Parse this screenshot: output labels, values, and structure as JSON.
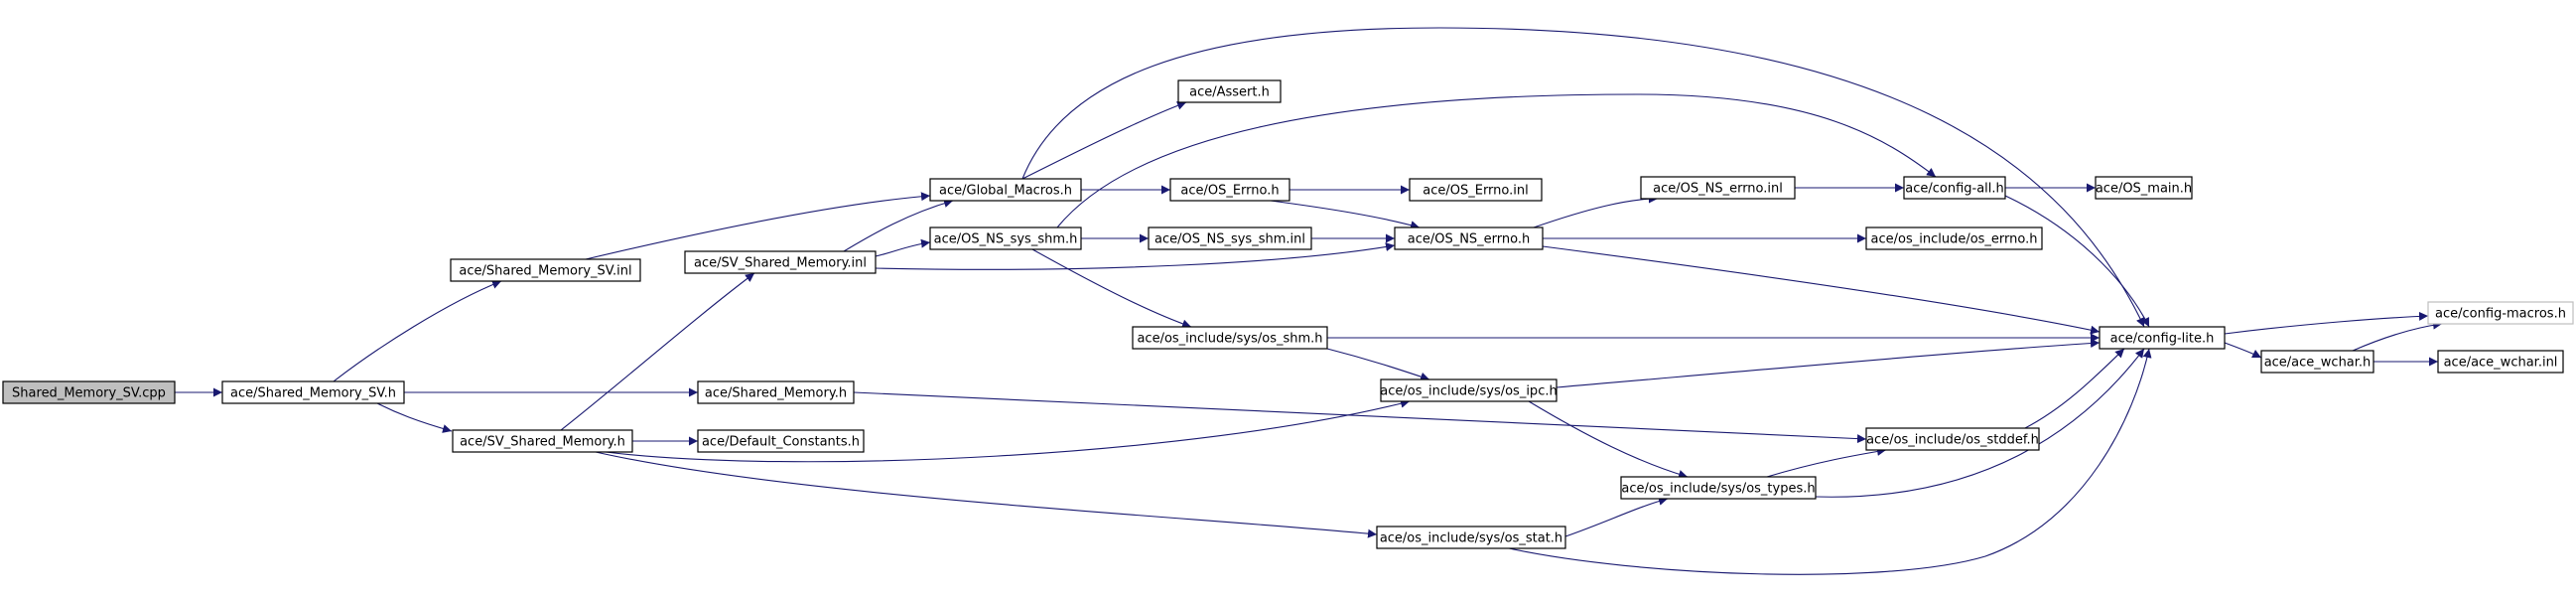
{
  "graph": {
    "title": "",
    "root": "Shared_Memory_SV.cpp",
    "nodes": [
      {
        "id": "n_cpp",
        "label": "Shared_Memory_SV.cpp",
        "root": true
      },
      {
        "id": "n_smsvh",
        "label": "ace/Shared_Memory_SV.h"
      },
      {
        "id": "n_smsvinl",
        "label": "ace/Shared_Memory_SV.inl"
      },
      {
        "id": "n_svsmh",
        "label": "ace/SV_Shared_Memory.h"
      },
      {
        "id": "n_svsminl",
        "label": "ace/SV_Shared_Memory.inl"
      },
      {
        "id": "n_smh",
        "label": "ace/Shared_Memory.h"
      },
      {
        "id": "n_defc",
        "label": "ace/Default_Constants.h"
      },
      {
        "id": "n_gm",
        "label": "ace/Global_Macros.h"
      },
      {
        "id": "n_osnsshm",
        "label": "ace/OS_NS_sys_shm.h"
      },
      {
        "id": "n_assert",
        "label": "ace/Assert.h"
      },
      {
        "id": "n_oserrno",
        "label": "ace/OS_Errno.h"
      },
      {
        "id": "n_osnsshminl",
        "label": "ace/OS_NS_sys_shm.inl"
      },
      {
        "id": "n_osshm",
        "label": "ace/os_include/sys/os_shm.h"
      },
      {
        "id": "n_oserrnoinl",
        "label": "ace/OS_Errno.inl"
      },
      {
        "id": "n_osnserrnoh",
        "label": "ace/OS_NS_errno.h"
      },
      {
        "id": "n_osipc",
        "label": "ace/os_include/sys/os_ipc.h"
      },
      {
        "id": "n_osnserrnoinl",
        "label": "ace/OS_NS_errno.inl"
      },
      {
        "id": "n_ostypes",
        "label": "ace/os_include/sys/os_types.h"
      },
      {
        "id": "n_osstat",
        "label": "ace/os_include/sys/os_stat.h"
      },
      {
        "id": "n_configall",
        "label": "ace/config-all.h"
      },
      {
        "id": "n_oserrnoh2",
        "label": "ace/os_include/os_errno.h"
      },
      {
        "id": "n_osstddef",
        "label": "ace/os_include/os_stddef.h"
      },
      {
        "id": "n_osmain",
        "label": "ace/OS_main.h"
      },
      {
        "id": "n_configlite",
        "label": "ace/config-lite.h"
      },
      {
        "id": "n_wchar",
        "label": "ace/ace_wchar.h"
      },
      {
        "id": "n_macros",
        "label": "ace/config-macros.h",
        "dim": true
      },
      {
        "id": "n_wcharinl",
        "label": "ace/ace_wchar.inl"
      }
    ],
    "edges": [
      [
        "n_cpp",
        "n_smsvh"
      ],
      [
        "n_smsvh",
        "n_smsvinl"
      ],
      [
        "n_smsvh",
        "n_svsmh"
      ],
      [
        "n_smsvh",
        "n_smh"
      ],
      [
        "n_smsvinl",
        "n_gm"
      ],
      [
        "n_svsmh",
        "n_svsminl"
      ],
      [
        "n_svsmh",
        "n_defc"
      ],
      [
        "n_svsmh",
        "n_osipc"
      ],
      [
        "n_svsmh",
        "n_osstat"
      ],
      [
        "n_svsminl",
        "n_gm"
      ],
      [
        "n_svsminl",
        "n_osnsshm"
      ],
      [
        "n_svsminl",
        "n_osnserrnoh"
      ],
      [
        "n_smh",
        "n_osstddef"
      ],
      [
        "n_gm",
        "n_assert"
      ],
      [
        "n_gm",
        "n_oserrno"
      ],
      [
        "n_gm",
        "n_configlite"
      ],
      [
        "n_osnsshm",
        "n_osnsshminl"
      ],
      [
        "n_osnsshm",
        "n_osshm"
      ],
      [
        "n_osnsshm",
        "n_configall"
      ],
      [
        "n_oserrno",
        "n_oserrnoinl"
      ],
      [
        "n_oserrno",
        "n_osnserrnoh"
      ],
      [
        "n_osnsshminl",
        "n_osnserrnoh"
      ],
      [
        "n_osshm",
        "n_osipc"
      ],
      [
        "n_osshm",
        "n_configlite"
      ],
      [
        "n_osnserrnoh",
        "n_osnserrnoinl"
      ],
      [
        "n_osnserrnoh",
        "n_oserrnoh2"
      ],
      [
        "n_osnserrnoh",
        "n_configlite"
      ],
      [
        "n_osipc",
        "n_ostypes"
      ],
      [
        "n_osipc",
        "n_configlite"
      ],
      [
        "n_osnserrnoinl",
        "n_configall"
      ],
      [
        "n_ostypes",
        "n_osstddef"
      ],
      [
        "n_ostypes",
        "n_configlite"
      ],
      [
        "n_osstat",
        "n_ostypes"
      ],
      [
        "n_osstat",
        "n_configlite"
      ],
      [
        "n_configall",
        "n_osmain"
      ],
      [
        "n_configall",
        "n_configlite"
      ],
      [
        "n_osstddef",
        "n_configlite"
      ],
      [
        "n_configlite",
        "n_macros"
      ],
      [
        "n_configlite",
        "n_wchar"
      ],
      [
        "n_wchar",
        "n_macros"
      ],
      [
        "n_wchar",
        "n_wcharinl"
      ]
    ]
  },
  "colors": {
    "edge": "#191970",
    "node_border": "#000000",
    "root_fill": "#bfbfbf",
    "dim_border": "#bfbfbf"
  }
}
